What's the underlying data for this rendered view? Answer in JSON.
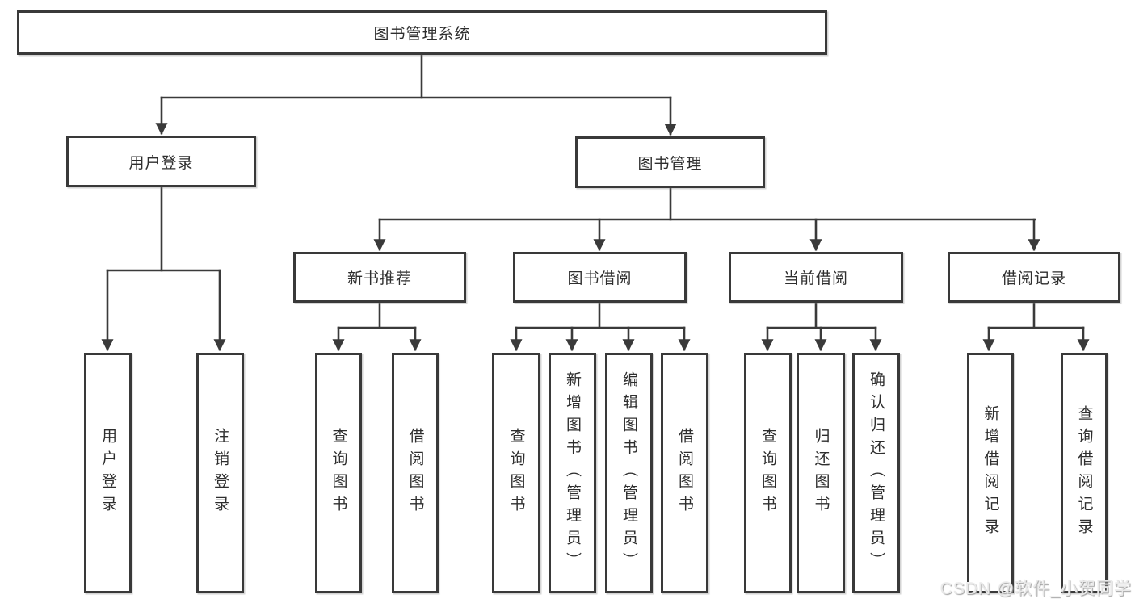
{
  "diagram": {
    "root": "图书管理系统",
    "level2": {
      "user_login": "用户登录",
      "book_mgmt": "图书管理"
    },
    "level3": {
      "new_book": "新书推荐",
      "book_borrow": "图书借阅",
      "current_borrow": "当前借阅",
      "borrow_record": "借阅记录"
    },
    "leaves": {
      "user_login": "用户登录",
      "logout": "注销登录",
      "nb_query": "查询图书",
      "nb_borrow": "借阅图书",
      "bb_query": "查询图书",
      "bb_add": "新增图书（管理员）",
      "bb_edit": "编辑图书（管理员）",
      "bb_borrow": "借阅图书",
      "cb_query": "查询图书",
      "cb_return": "归还图书",
      "cb_confirm": "确认归还（管理员）",
      "br_add": "新增借阅记录",
      "br_query": "查询借阅记录"
    }
  },
  "watermark": "CSDN @软件_小贺同学",
  "colors": {
    "line": "#3a3a3a",
    "box_border": "#393939",
    "text": "#2e2e2e",
    "background": "#ffffff",
    "watermark_text": "#e9e9e9"
  }
}
